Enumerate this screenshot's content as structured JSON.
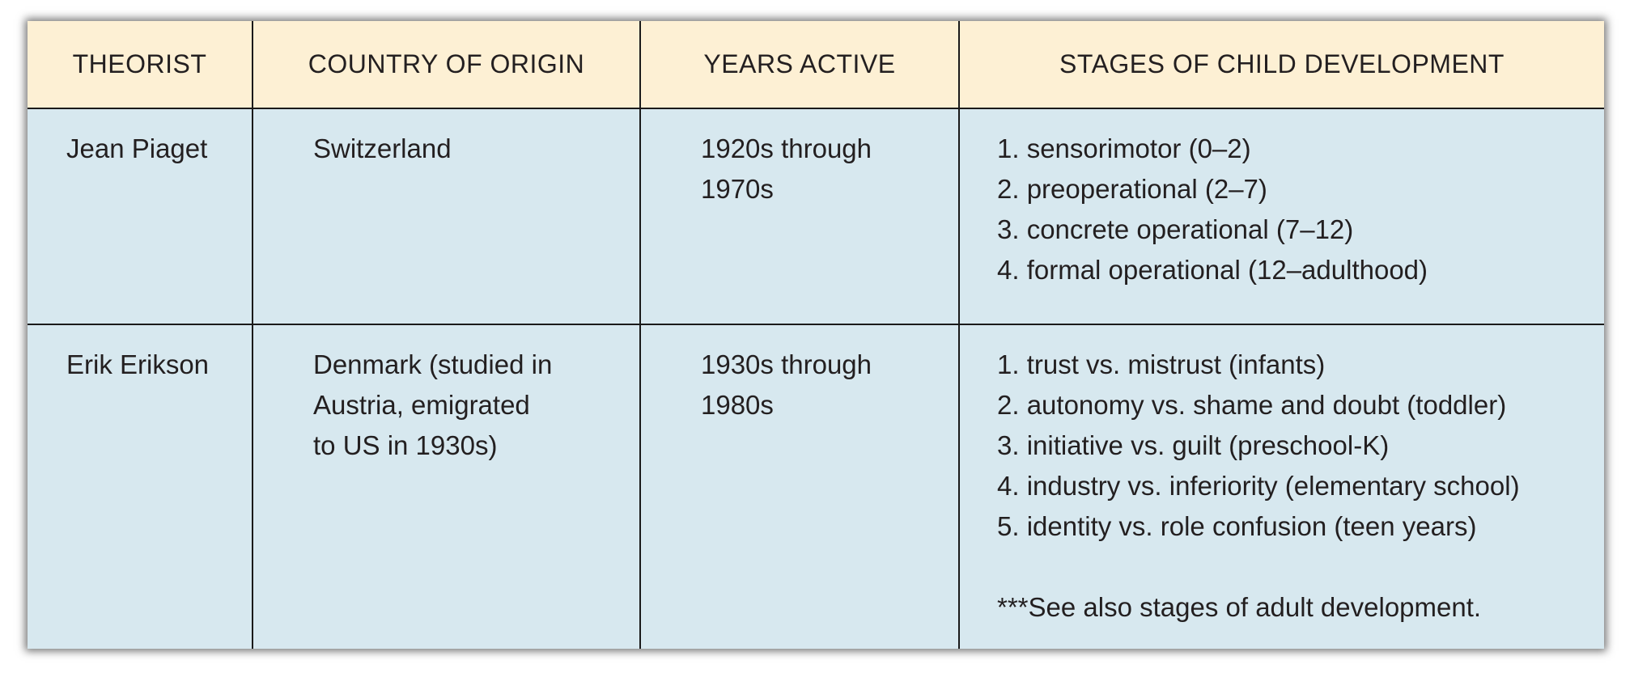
{
  "table": {
    "headers": [
      "THEORIST",
      "COUNTRY OF ORIGIN",
      "YEARS ACTIVE",
      "STAGES OF CHILD DEVELOPMENT"
    ],
    "rows": [
      {
        "theorist": "Jean Piaget",
        "country_lines": [
          "Switzerland"
        ],
        "years_lines": [
          "1920s through",
          "1970s"
        ],
        "stages": [
          "1. sensorimotor (0–2)",
          "2. preoperational (2–7)",
          "3. concrete operational (7–12)",
          "4. formal operational (12–adulthood)"
        ],
        "note": ""
      },
      {
        "theorist": "Erik Erikson",
        "country_lines": [
          "Denmark (studied in",
          "Austria, emigrated",
          "to US in 1930s)"
        ],
        "years_lines": [
          "1930s through",
          "1980s"
        ],
        "stages": [
          "1. trust vs. mistrust (infants)",
          "2. autonomy vs. shame and doubt (toddler)",
          "3. initiative vs. guilt (preschool-K)",
          "4. industry vs. inferiority (elementary school)",
          "5. identity vs. role confusion (teen years)"
        ],
        "note": "***See also stages of adult development."
      }
    ]
  },
  "colors": {
    "header_bg": "#fdf0d4",
    "body_bg": "#d7e8ef",
    "border": "#1a1a1a",
    "text": "#231f20"
  }
}
